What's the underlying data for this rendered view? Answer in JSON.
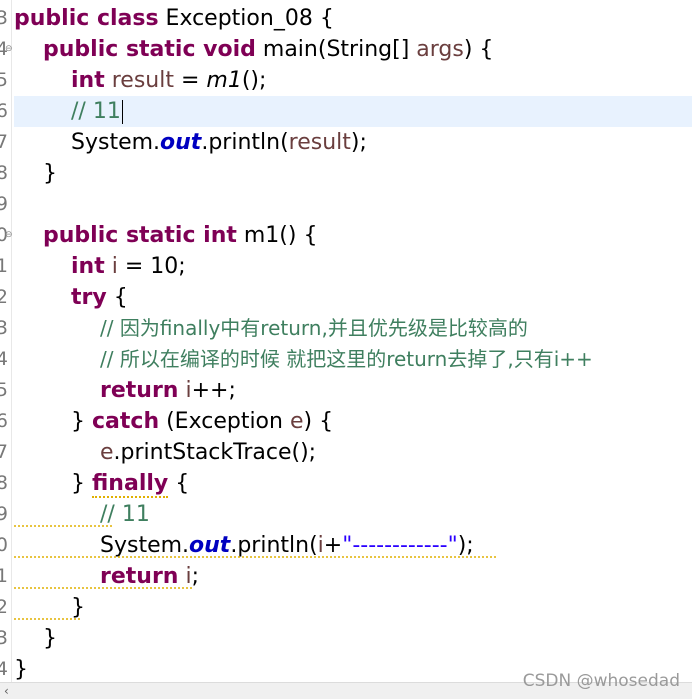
{
  "editor": {
    "line_numbers": [
      "3",
      "4",
      "5",
      "6",
      "7",
      "8",
      "9",
      "0",
      "1",
      "2",
      "3",
      "4",
      "5",
      "6",
      "7",
      "8",
      "9",
      "0",
      "1",
      "2",
      "3",
      "4"
    ],
    "code": {
      "l1": {
        "kw": "public class",
        "rest": " Exception_08 {"
      },
      "l2": {
        "kw": "public static void",
        "rest1": " main(String[] ",
        "var": "args",
        "rest2": ") {"
      },
      "l3": {
        "kw": "int",
        "var": " result",
        "eq": " = ",
        "call": "m1",
        "end": "();"
      },
      "l4": {
        "comment": "// 11"
      },
      "l5": {
        "cls": "System.",
        "field": "out",
        "rest1": ".println(",
        "var": "result",
        "rest2": ");"
      },
      "l6": {
        "text": "}"
      },
      "l8": {
        "kw": "public static int",
        "rest": " m1() {"
      },
      "l9": {
        "kw": "int",
        "var": " i",
        "rest": " = 10;"
      },
      "l10": {
        "kw": "try",
        "rest": " {"
      },
      "l11": {
        "comment": "// 因为finally中有return,并且优先级是比较高的"
      },
      "l12": {
        "comment": "// 所以在编译的时候 就把这里的return去掉了,只有i++"
      },
      "l13": {
        "kw": "return",
        "var": " i",
        "rest": "++;"
      },
      "l14": {
        "pre": "} ",
        "kw": "catch",
        "rest1": " (Exception ",
        "var": "e",
        "rest2": ") {"
      },
      "l15": {
        "var": "e",
        "rest": ".printStackTrace();"
      },
      "l16": {
        "pre": "} ",
        "kw": "finally",
        "rest": " {"
      },
      "l17": {
        "comment": "// 11"
      },
      "l18": {
        "cls": "System.",
        "field": "out",
        "rest1": ".println(",
        "var": "i",
        "plus": "+",
        "str": "\"------------\"",
        "rest2": ");"
      },
      "l19": {
        "kw": "return",
        "var": " i",
        "rest": ";"
      },
      "l20": {
        "text": "}"
      },
      "l21": {
        "text": "}"
      },
      "l22": {
        "text": "}"
      }
    }
  },
  "watermark": "CSDN @whosedad",
  "colors": {
    "keyword": "#7f0055",
    "comment": "#3f7f5f",
    "local_variable": "#6a3e3e",
    "static_field": "#0000c0",
    "string": "#2a00ff",
    "current_line": "#e8f2fe"
  }
}
